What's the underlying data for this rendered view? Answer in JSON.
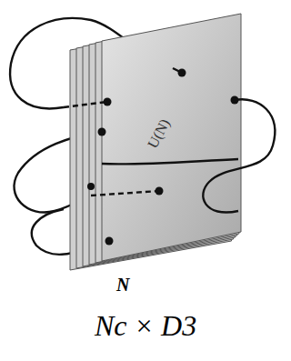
{
  "diagram": {
    "caption": "Nc × D3",
    "labels": [
      "U(N)",
      "N"
    ]
  }
}
